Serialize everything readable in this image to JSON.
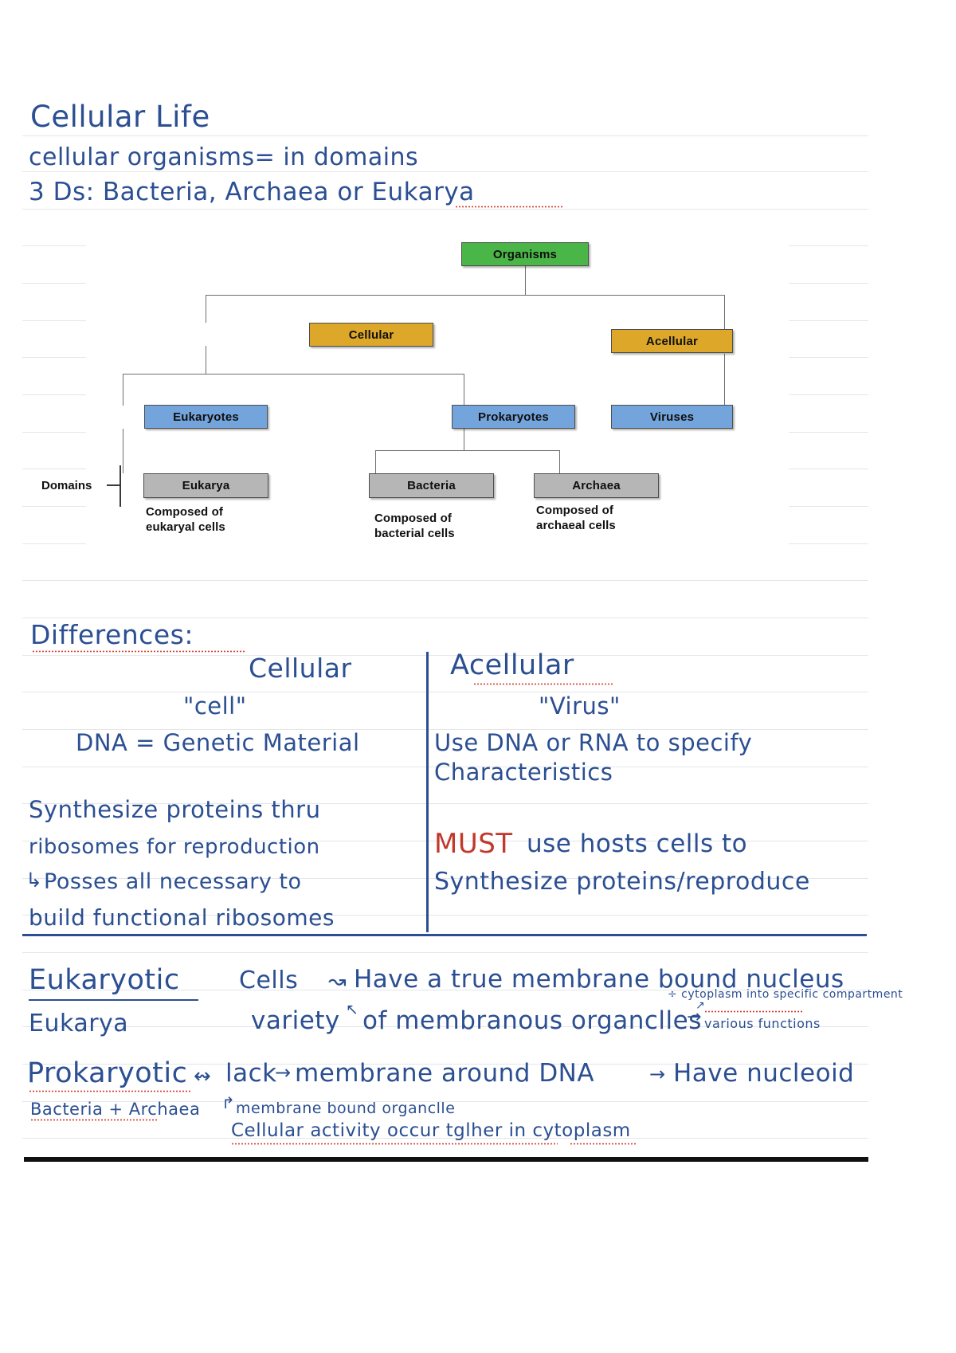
{
  "page": {
    "title_heading": "Cellular Life",
    "line2": "cellular organisms= in domains",
    "line3": "3  Ds: Bacteria, Archaea  or  Eukarya"
  },
  "flowchart": {
    "type": "tree-diagram",
    "nodes": {
      "organisms": "Organisms",
      "cellular": "Cellular",
      "acellular": "Acellular",
      "eukaryotes": "Eukaryotes",
      "prokaryotes": "Prokaryotes",
      "viruses": "Viruses",
      "eukarya": "Eukarya",
      "bacteria": "Bacteria",
      "archaea": "Archaea"
    },
    "domains_label": "Domains",
    "captions": {
      "eukarya_l1": "Composed of",
      "eukarya_l2": "eukaryal cells",
      "bacteria_l1": "Composed of",
      "bacteria_l2": "bacterial cells",
      "archaea_l1": "Composed of",
      "archaea_l2": "archaeal cells"
    },
    "colors": {
      "organisms": "#4bb648",
      "cellular": "#dda82a",
      "acellular": "#dda82a",
      "eukaryotes": "#74a4dc",
      "prokaryotes": "#74a4dc",
      "viruses": "#74a4dc",
      "domain_boxes": "#b6b6b6"
    }
  },
  "differences": {
    "heading": "Differences:",
    "left_column": {
      "header": "Cellular",
      "subheader": "\"cell\"",
      "row1": "DNA = Genetic  Material",
      "row2_l1": "Synthesize  proteins  thru",
      "row2_l2": "ribosomes   for  reproduction",
      "row2_l3": "Posses  all  necessary  to",
      "row2_l4": "build  functional  ribosomes",
      "arrow_glyph": "↳"
    },
    "right_column": {
      "header": "Acellular",
      "subheader": "\"Virus\"",
      "row1_l1": "Use  DNA or RNA  to  specify",
      "row1_l2": "Characteristics",
      "row2_emphasis": "MUST",
      "row2_l1_rest": " use  hosts  cells  to",
      "row2_l2": "Synthesize  proteins/reproduce",
      "emphasis_color": "#c0392b"
    }
  },
  "eukaryotic_block": {
    "term": "Eukaryotic",
    "subterm": "Eukarya",
    "line1_a": "Cells",
    "line1_arrow": "↝",
    "line1_b": "Have  a  true  membrane  bound  nucleus",
    "line2_a": "variety",
    "line2_caret": "↖",
    "line2_b": "of  membranous  organclles",
    "line2_arrow": "→",
    "note_top": "÷ cytoplasm into specific compartment",
    "note_caret": "↗",
    "note_bottom": "various  functions"
  },
  "prokaryotic_block": {
    "term": "Prokaryotic",
    "arrow": "↭",
    "line1": "lack",
    "line1_arrow": "→",
    "line1_b": "membrane  around   DNA",
    "line1_arrow2": "→",
    "line1_c": "Have   nucleoid",
    "subterm": "Bacteria + Archaea",
    "sub_arrow": "↘",
    "note_small": "membrane  bound  organclle",
    "note_small_arrow": "↱",
    "line2": "Cellular  activity  occur  tglher  in   cytoplasm"
  }
}
